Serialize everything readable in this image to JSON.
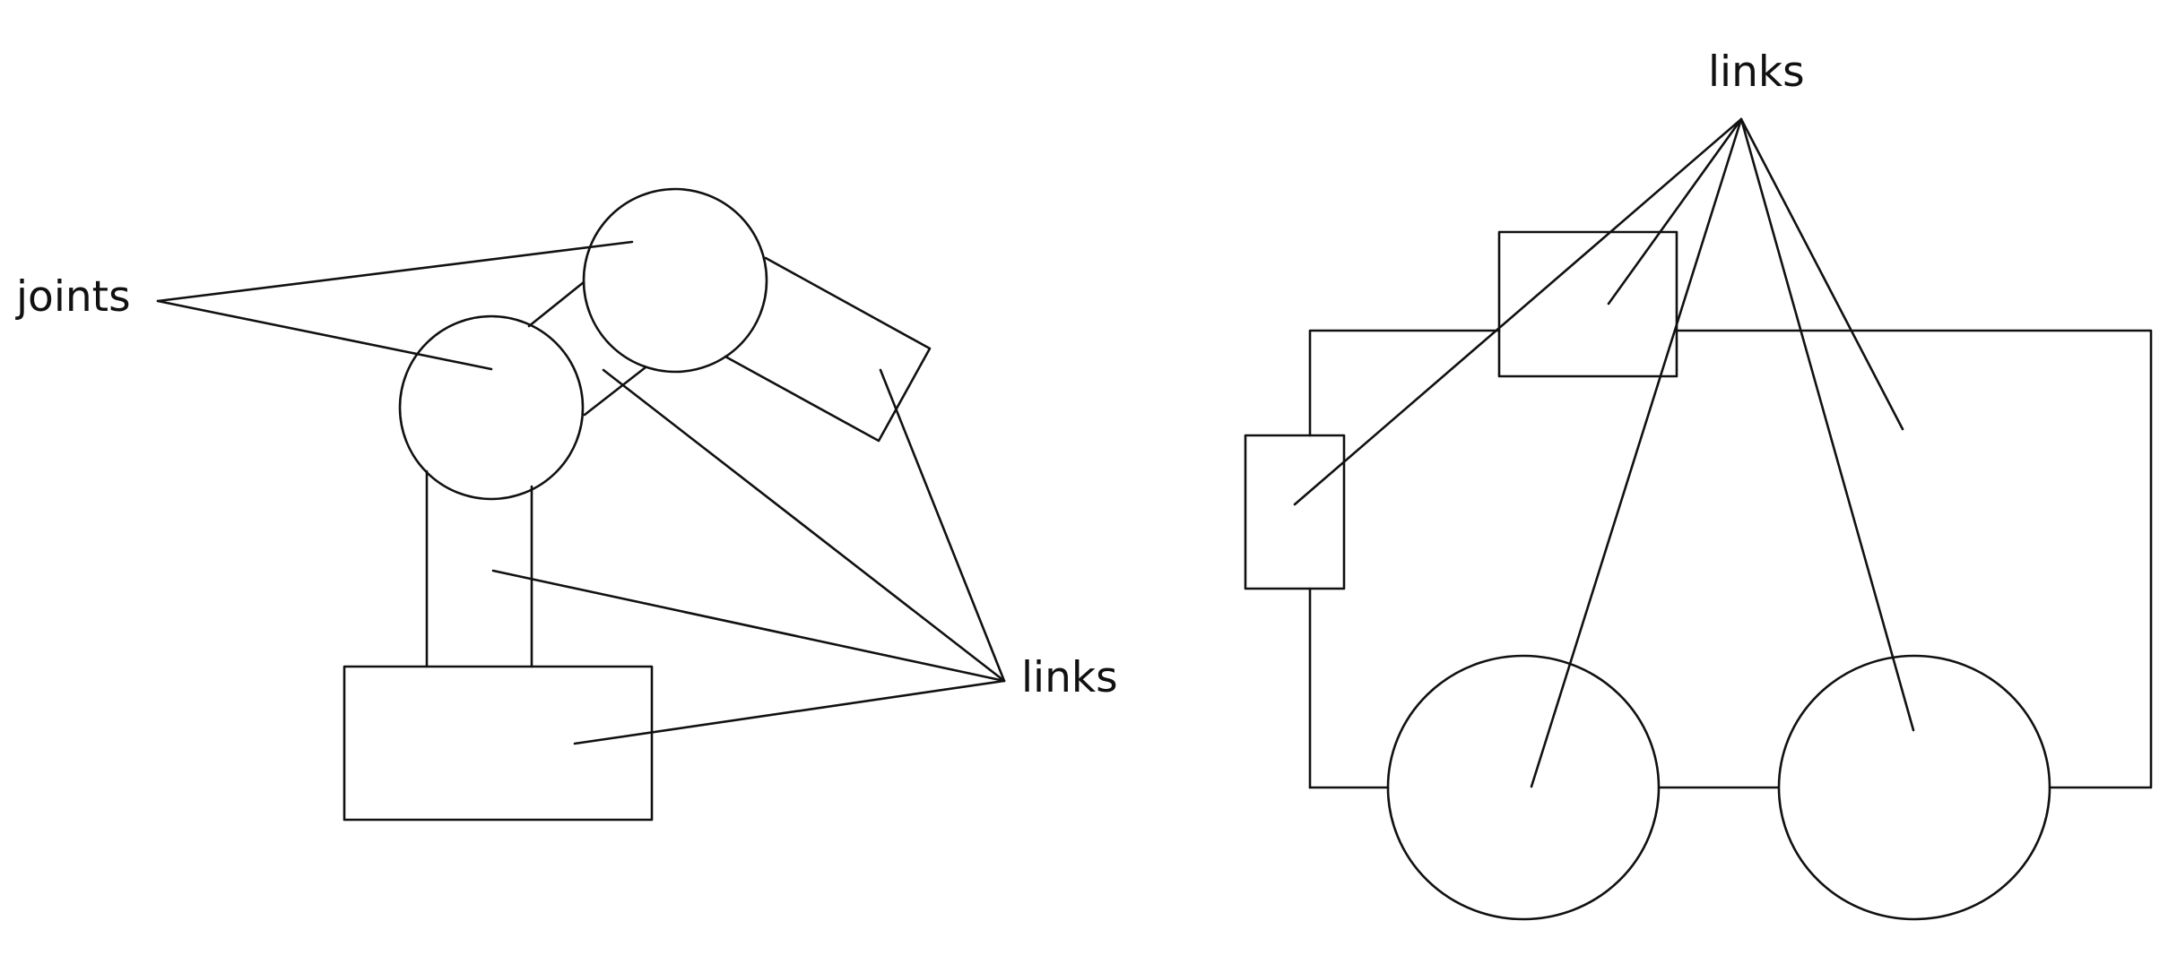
{
  "labels": {
    "joints": "joints",
    "links_left": "links",
    "links_right": "links"
  },
  "colors": {
    "stroke": "#111111",
    "background": "#ffffff"
  }
}
